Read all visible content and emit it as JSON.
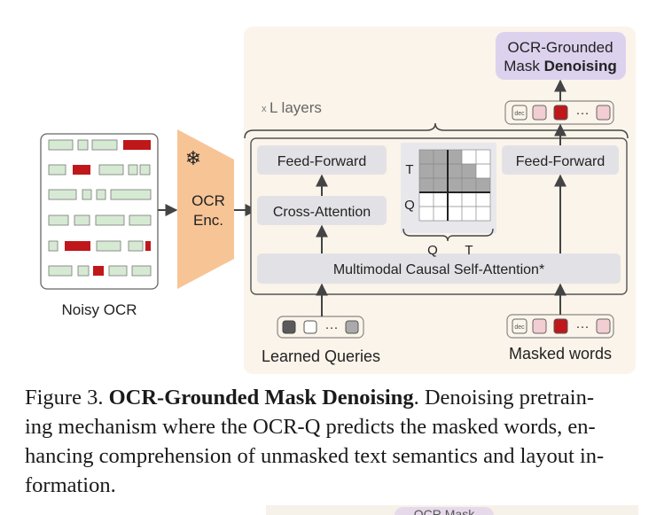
{
  "figure": {
    "noisy_ocr_label": "Noisy OCR",
    "ocr_enc_line1": "OCR",
    "ocr_enc_line2": "Enc.",
    "layers_prefix": "x",
    "layers_label": "L layers",
    "feed_forward_left": "Feed-Forward",
    "cross_attention": "Cross-Attention",
    "feed_forward_right": "Feed-Forward",
    "self_attention": "Multimodal Causal Self-Attention*",
    "mask_row_t": "T",
    "mask_row_q": "Q",
    "mask_col_q": "Q",
    "mask_col_t": "T",
    "output_line1": "OCR-Grounded",
    "output_line2_plain": "Mask ",
    "output_line2_bold": "Denoising",
    "dec_token": "dec",
    "ellipsis": "···",
    "learned_queries_label": "Learned Queries",
    "masked_words_label": "Masked words",
    "snowflake": "❄",
    "colors": {
      "panel_bg": "#fbf4ea",
      "encoder_orange": "#f7c496",
      "block_grey": "#e2e2e6",
      "dark_red": "#c0171b",
      "light_pink": "#f2cdd2",
      "ocr_green": "#d6ead3",
      "output_purple": "#ddd2ee"
    }
  },
  "caption": {
    "prefix": "Figure 3. ",
    "title": "OCR-Grounded Mask Denoising",
    "line1_rest": ". Denoising pretrain-",
    "line2": "ing mechanism where the OCR-Q predicts the masked words, en-",
    "line3": "hancing comprehension of unmasked text semantics and layout in-",
    "line4": "formation."
  },
  "next_figure": {
    "pill_text": "OCR Mask"
  }
}
